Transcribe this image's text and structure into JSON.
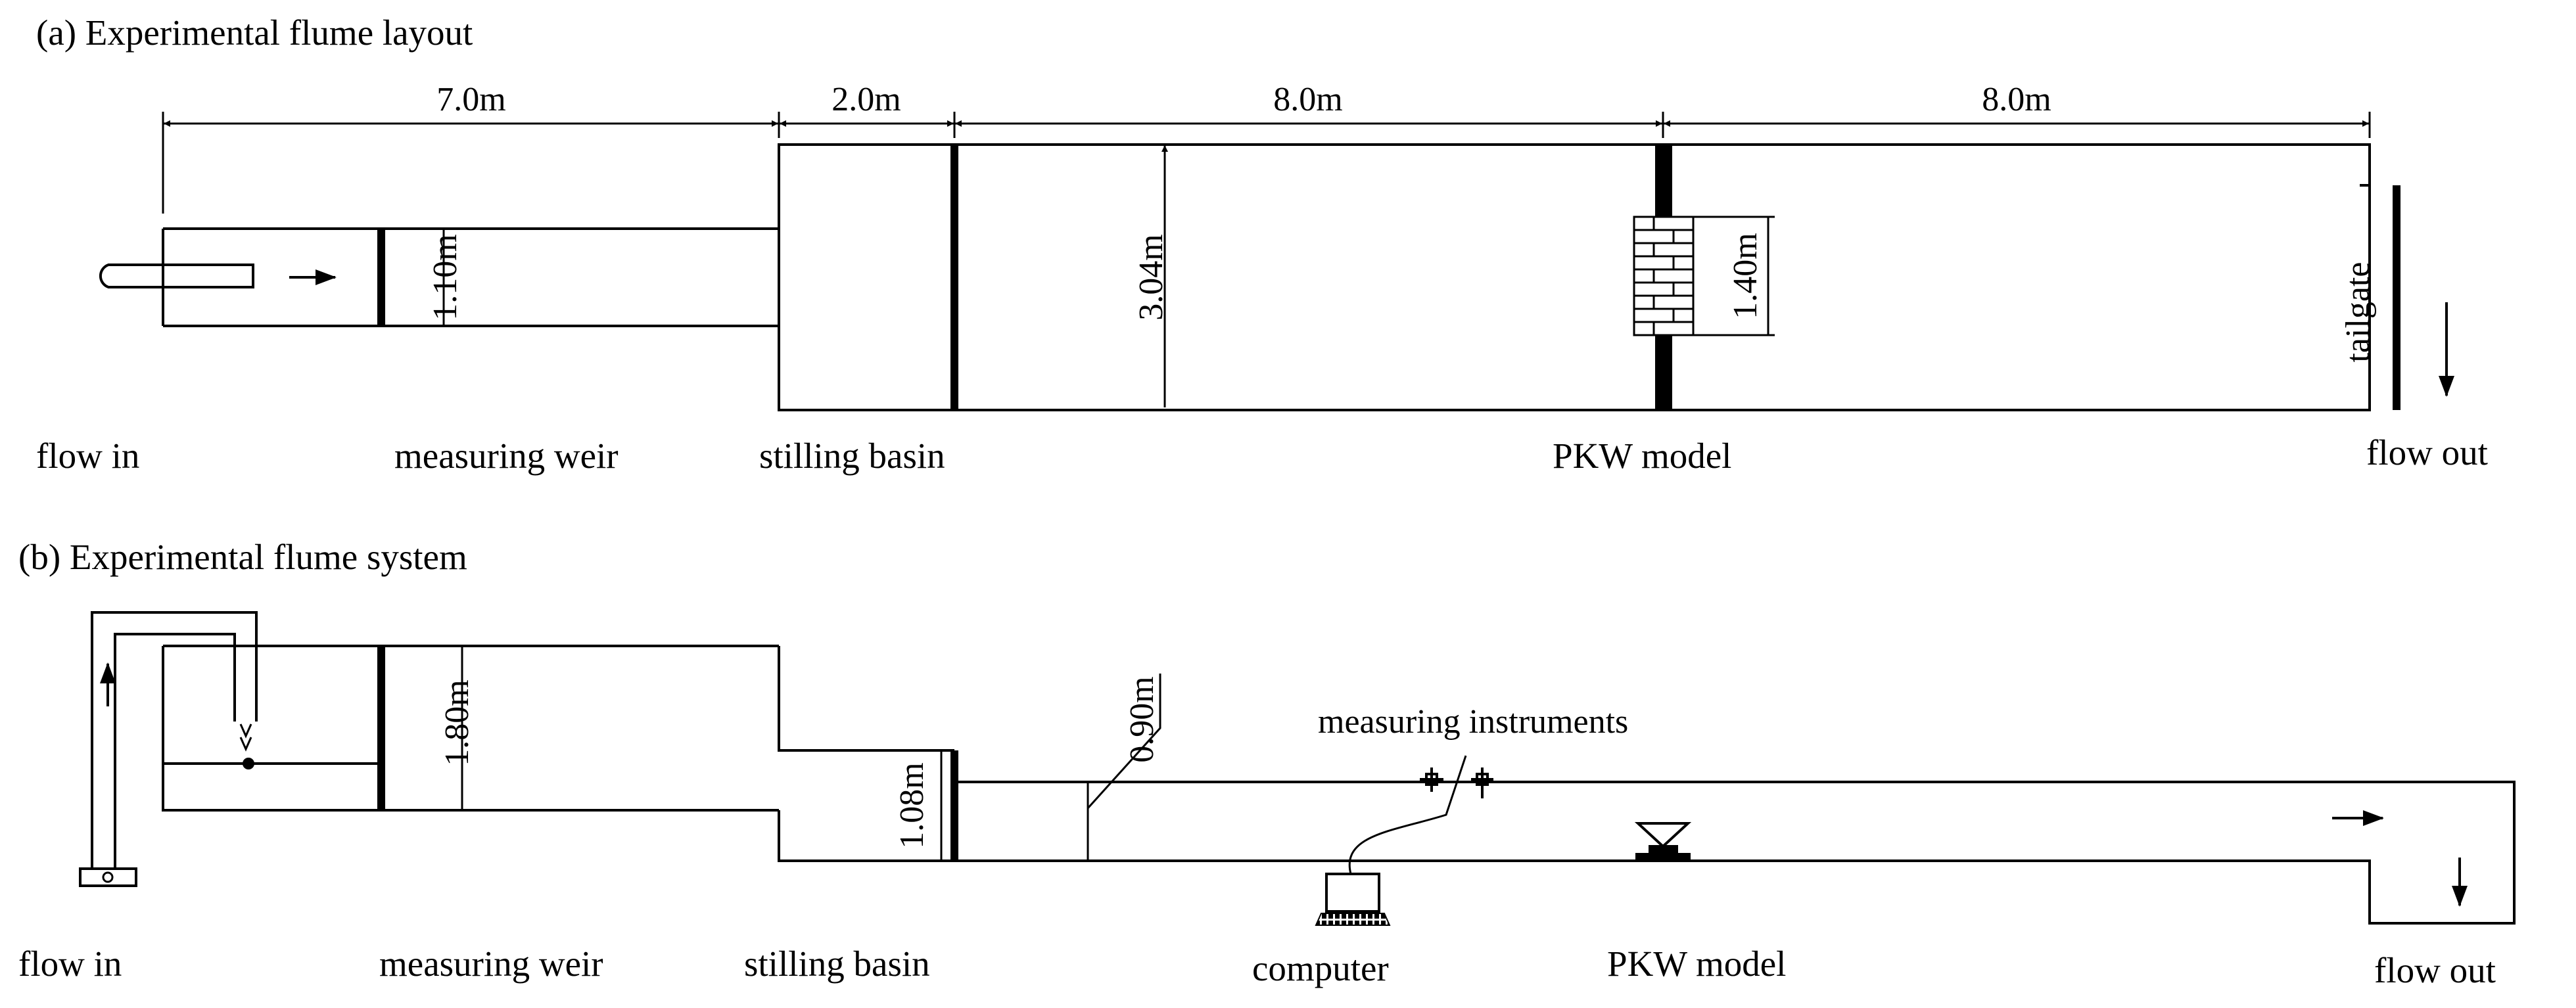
{
  "panel_a": {
    "caption": "(a) Experimental flume layout",
    "dims": {
      "d1": "7.0m",
      "d2": "2.0m",
      "d3": "8.0m",
      "d4": "8.0m"
    },
    "widths": {
      "weir": "1.10m",
      "channel": "3.04m",
      "pkw": "1.40m"
    },
    "tailgate": "tailgate",
    "labels": {
      "flow_in": "flow in",
      "measuring_weir": "measuring weir",
      "stilling_basin": "stilling basin",
      "pkw_model": "PKW model",
      "flow_out": "flow out"
    }
  },
  "panel_b": {
    "caption": "(b) Experimental flume system",
    "heights": {
      "weir": "1.80m",
      "basin": "1.08m",
      "channel": "0.90m"
    },
    "instruments": "measuring instruments",
    "labels": {
      "flow_in": "flow in",
      "measuring_weir": "measuring weir",
      "stilling_basin": "stilling basin",
      "computer": "computer",
      "pkw_model": "PKW model",
      "flow_out": "flow out"
    }
  }
}
